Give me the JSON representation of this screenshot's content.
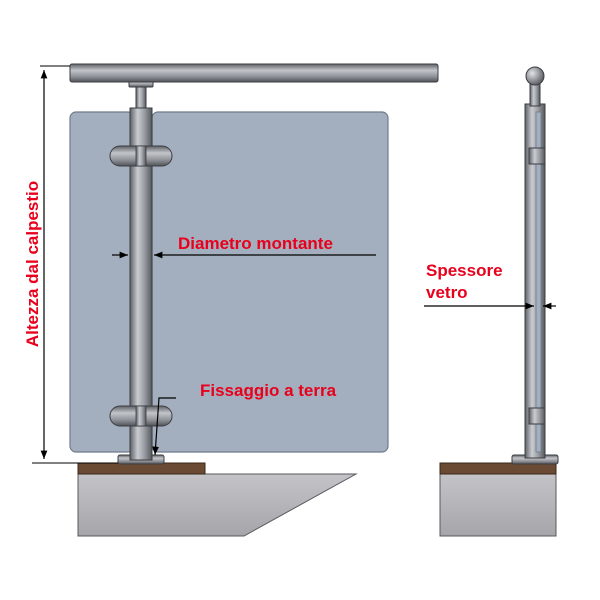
{
  "labels": {
    "height_from_floor": "Altezza dal calpestio",
    "post_diameter": "Diametro montante",
    "floor_fixing": "Fissaggio a terra",
    "glass_thickness_line1": "Spessore",
    "glass_thickness_line2": "vetro"
  },
  "colors": {
    "label": "#e8001c",
    "glass": "#a3afbe",
    "glass_edge": "#6f7b8a",
    "steel": "#8d9096",
    "steel_dark": "#4a4d52",
    "wood": "#6b4a33",
    "concrete": "#b8b8bc",
    "dimension_line": "#000000"
  }
}
